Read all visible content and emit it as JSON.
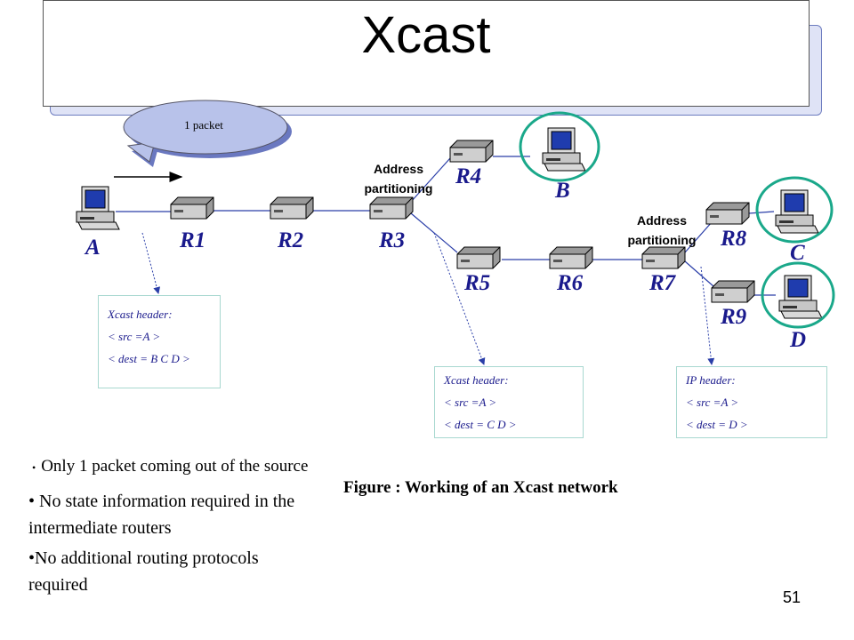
{
  "title": "Xcast",
  "bubble_text": "1 packet",
  "routers": [
    "R1",
    "R2",
    "R3",
    "R4",
    "R5",
    "R6",
    "R7",
    "R8",
    "R9"
  ],
  "hosts": [
    "A",
    "B",
    "C",
    "D"
  ],
  "address_partitioning": [
    "Address",
    "partitioning"
  ],
  "header_boxes": [
    {
      "title": "Xcast header:",
      "src": "< src =A >",
      "dest": "< dest = B C D >"
    },
    {
      "title": "Xcast header:",
      "src": "< src =A >",
      "dest": "< dest = C D >"
    },
    {
      "title": "IP header:",
      "src": "< src =A >",
      "dest": "< dest = D >"
    }
  ],
  "caption": "Figure : Working of an Xcast network",
  "bullets": [
    "Only 1 packet coming out of the source",
    "No state information required in the intermediate routers",
    "No additional routing protocols required"
  ],
  "page_number": "51",
  "colors": {
    "label_blue": "#1a1a8c",
    "line_blue": "#2a3ea8",
    "circle_teal": "#1aa88a",
    "bubble_fill": "#b8c2ea"
  }
}
